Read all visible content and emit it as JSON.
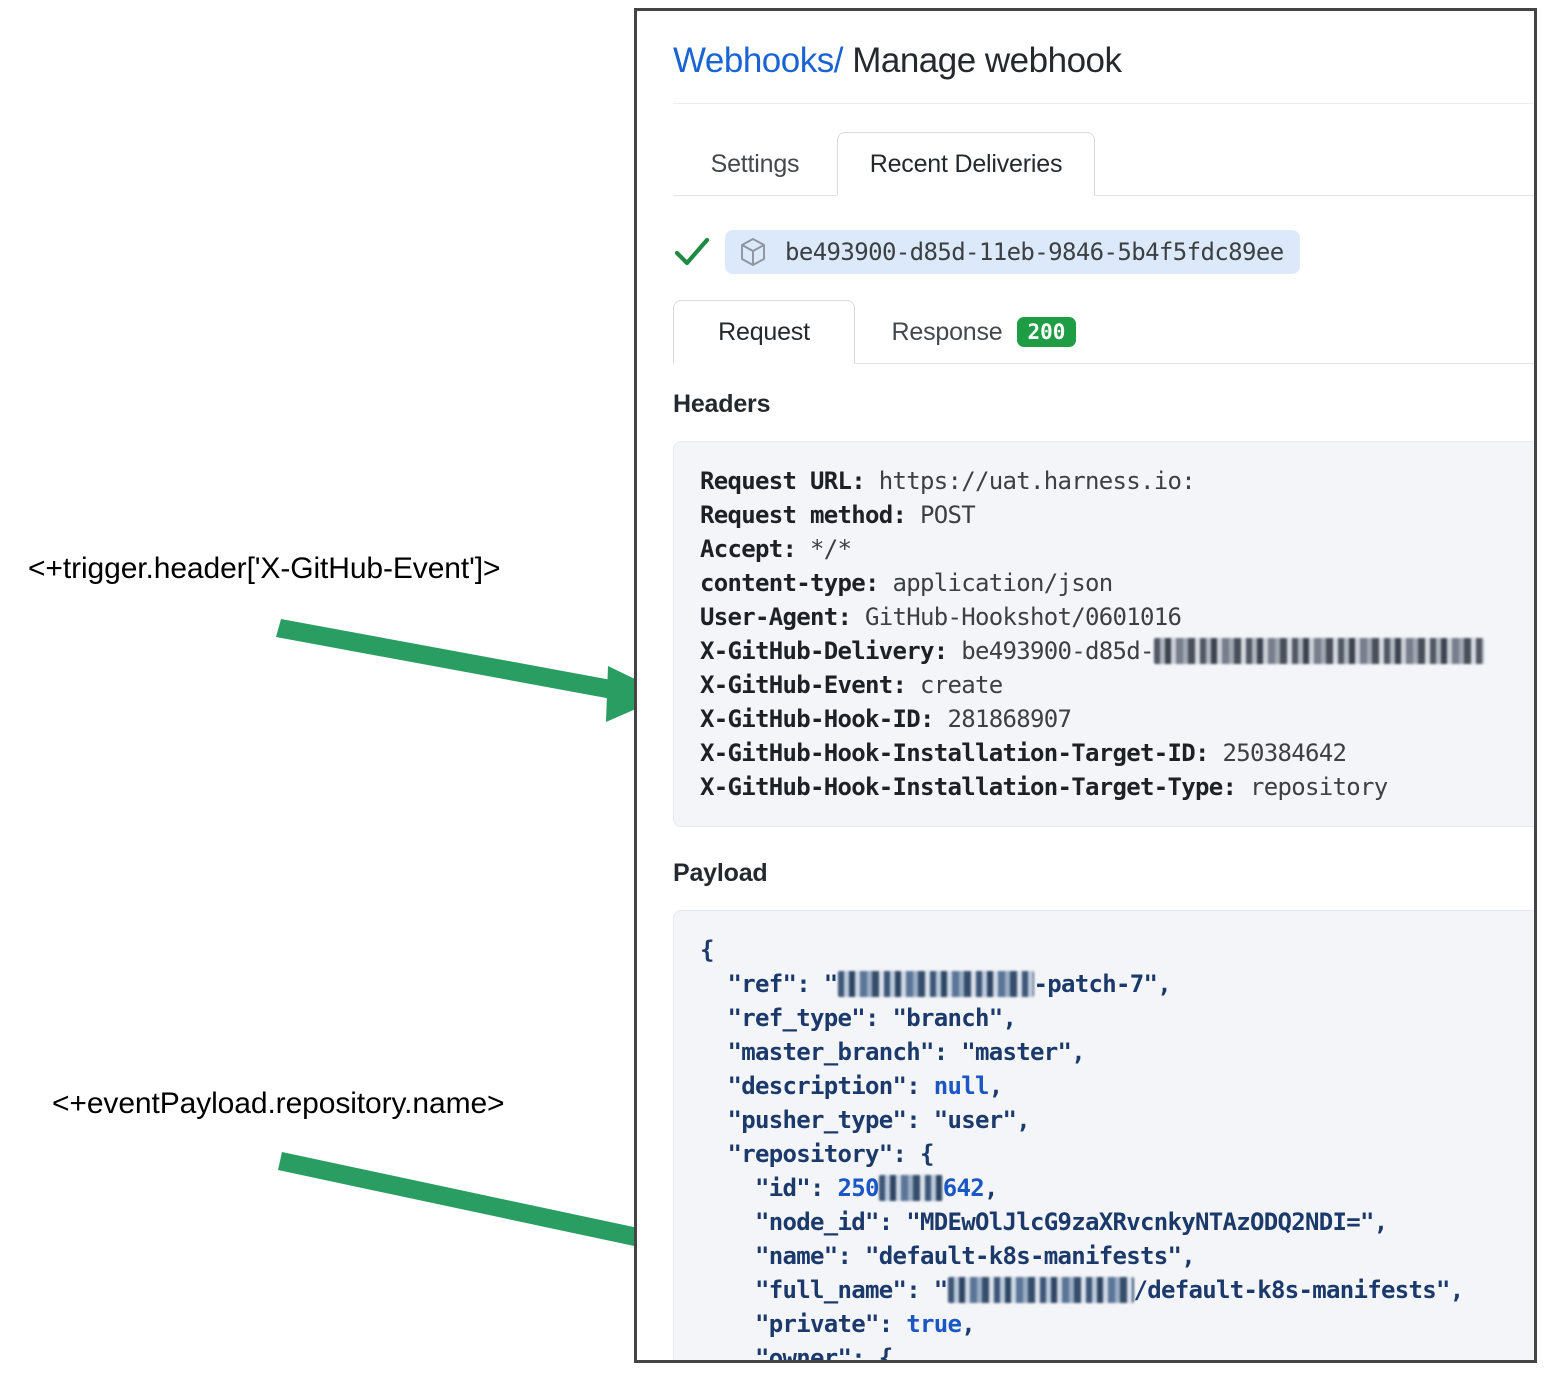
{
  "annotations": [
    {
      "id": "anno-1",
      "text": "<+trigger.header['X-GitHub-Event']>"
    },
    {
      "id": "anno-2",
      "text": "<+eventPayload.repository.name>"
    }
  ],
  "colors": {
    "arrow_green": "#2a9d62",
    "link_blue": "#1964d2",
    "badge_green": "#1f9d45",
    "chip_blue": "#dbe9fa",
    "code_bg": "#f3f5f8",
    "panel_border": "#444444"
  },
  "breadcrumb": {
    "link": "Webhooks",
    "separator": "/",
    "current": "Manage webhook"
  },
  "outer_tabs": [
    {
      "label": "Settings",
      "active": false
    },
    {
      "label": "Recent Deliveries",
      "active": true
    }
  ],
  "delivery": {
    "status_icon": "check-icon",
    "package_icon": "cube-icon",
    "id": "be493900-d85d-11eb-9846-5b4f5fdc89ee"
  },
  "inner_tabs": [
    {
      "label": "Request",
      "active": true,
      "badge": null
    },
    {
      "label": "Response",
      "active": false,
      "badge": "200"
    }
  ],
  "headers_section": {
    "title": "Headers",
    "rows": [
      {
        "key": "Request URL:",
        "value": "https://uat.harness.io:"
      },
      {
        "key": "Request method:",
        "value": "POST"
      },
      {
        "key": "Accept:",
        "value": "*/*"
      },
      {
        "key": "content-type:",
        "value": "application/json"
      },
      {
        "key": "User-Agent:",
        "value": "GitHub-Hookshot/0601016"
      },
      {
        "key": "X-GitHub-Delivery:",
        "value": "be493900-d85d-",
        "redacted_tail": true
      },
      {
        "key": "X-GitHub-Event:",
        "value": "create"
      },
      {
        "key": "X-GitHub-Hook-ID:",
        "value": "281868907"
      },
      {
        "key": "X-GitHub-Hook-Installation-Target-ID:",
        "value": "250384642"
      },
      {
        "key": "X-GitHub-Hook-Installation-Target-Type:",
        "value": "repository"
      }
    ]
  },
  "payload_section": {
    "title": "Payload",
    "lines": [
      "{",
      "  \"ref\": \"[REDACTED]-patch-7\",",
      "  \"ref_type\": \"branch\",",
      "  \"master_branch\": \"master\",",
      "  \"description\": null,",
      "  \"pusher_type\": \"user\",",
      "  \"repository\": {",
      "    \"id\": 250[REDACTED]642,",
      "    \"node_id\": \"MDEwOlJlcG9zaXRvcnkyNTAzODQ2NDI=\",",
      "    \"name\": \"default-k8s-manifests\",",
      "    \"full_name\": \"[REDACTED]/default-k8s-manifests\",",
      "    \"private\": true,",
      "    \"owner\": {"
    ],
    "values": {
      "ref_suffix": "-patch-7",
      "ref_type": "branch",
      "master_branch": "master",
      "description": "null",
      "pusher_type": "user",
      "id_prefix": "250",
      "id_suffix": "642",
      "node_id": "MDEwOlJlcG9zaXRvcnkyNTAzODQ2NDI=",
      "name": "default-k8s-manifests",
      "full_name_suffix": "/default-k8s-manifests",
      "private": "true"
    }
  }
}
